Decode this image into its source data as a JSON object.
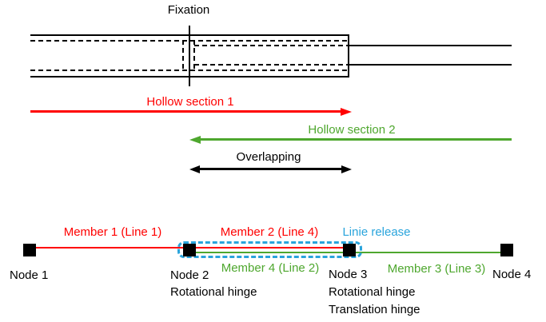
{
  "colors": {
    "red": "#ff0000",
    "green": "#4ea72e",
    "cyan": "#29a4dc",
    "black": "#000000"
  },
  "drawing": {
    "fixation_label": "Fixation",
    "hollow1_label": "Hollow section 1",
    "hollow2_label": "Hollow section 2",
    "overlapping_label": "Overlapping"
  },
  "model": {
    "line_release_label": "Linie release",
    "members": [
      {
        "label": "Member 1 (Line 1)",
        "color": "red"
      },
      {
        "label": "Member 2 (Line 4)",
        "color": "red"
      },
      {
        "label": "Member 3 (Line 3)",
        "color": "green"
      },
      {
        "label": "Member 4 (Line 2)",
        "color": "green"
      }
    ],
    "nodes": [
      {
        "label": "Node 1",
        "notes": []
      },
      {
        "label": "Node 2",
        "notes": [
          "Rotational hinge"
        ]
      },
      {
        "label": "Node 3",
        "notes": [
          "Rotational hinge",
          "Translation hinge"
        ]
      },
      {
        "label": "Node 4",
        "notes": []
      }
    ]
  }
}
